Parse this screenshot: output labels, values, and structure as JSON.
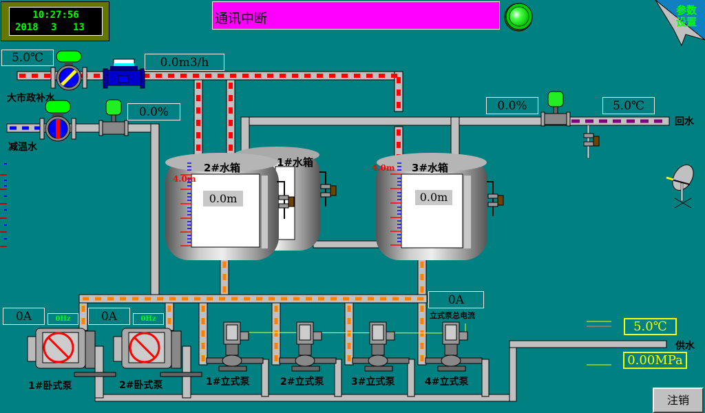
{
  "clock": {
    "time": "10:27:56",
    "year": "2018",
    "month": "3",
    "day": "13"
  },
  "status_banner": {
    "text": "通讯中断",
    "color": "#ff00ff"
  },
  "status_light": {
    "state": "on",
    "color": "#00ff00"
  },
  "settings_button": {
    "label_line1": "参数",
    "label_line2": "设置"
  },
  "logout_button": {
    "label": "注销"
  },
  "inlets": {
    "municipal": {
      "label": "大市政补水",
      "temperature": "5.0℃",
      "flow": "0.0m3/h"
    },
    "cooling": {
      "label": "减温水",
      "valve_opening": "0.0%"
    },
    "return": {
      "label": "回水",
      "valve_opening": "0.0%",
      "temperature": "5.0℃"
    }
  },
  "tanks": [
    {
      "name": "1#水箱"
    },
    {
      "name": "2#水箱",
      "level": "0.0m",
      "scale_max": "4.0m"
    },
    {
      "name": "3#水箱",
      "level": "0.0m",
      "scale_max": "4.0m"
    }
  ],
  "horizontal_pumps": [
    {
      "name": "1#卧式泵",
      "current": "0A",
      "frequency": "0Hz",
      "state": "disabled"
    },
    {
      "name": "2#卧式泵",
      "current": "0A",
      "frequency": "0Hz",
      "state": "disabled"
    }
  ],
  "vertical_pumps": [
    {
      "name": "1#立式泵"
    },
    {
      "name": "2#立式泵"
    },
    {
      "name": "3#立式泵"
    },
    {
      "name": "4#立式泵"
    }
  ],
  "vertical_total": {
    "label": "立式泵总电流",
    "current": "0A"
  },
  "supply": {
    "label": "供水",
    "temperature": "5.0℃",
    "pressure": "0.00MPa"
  },
  "icons": {
    "antenna": "satellite-dish-icon",
    "page_curl": "page-curl-icon"
  }
}
